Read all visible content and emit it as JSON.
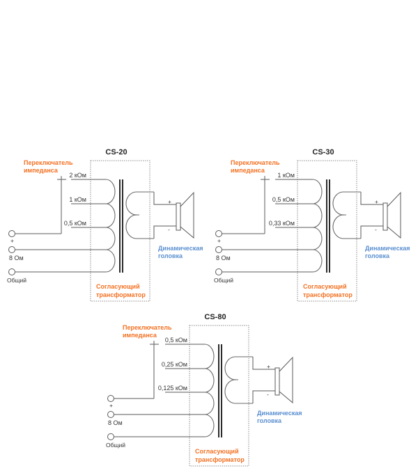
{
  "colors": {
    "label_orange": "#f37021",
    "label_blue": "#5b8fd0"
  },
  "diagrams": [
    {
      "title": "CS-20",
      "switch_label": [
        "Переключатель",
        "импеданса"
      ],
      "taps": [
        "2 кОм",
        "1 кОм",
        "0,5 кОм"
      ],
      "terminals": {
        "plus": "+",
        "ohm": "8 Ом",
        "common": "Общий"
      },
      "speaker_polarity": {
        "plus": "+",
        "minus": "-"
      },
      "speaker_label": [
        "Динамическая",
        "головка"
      ],
      "transformer_label": [
        "Согласующий",
        "трансформатор"
      ]
    },
    {
      "title": "CS-30",
      "switch_label": [
        "Переключатель",
        "импеданса"
      ],
      "taps": [
        "1 кОм",
        "0,5 кОм",
        "0,33 кОм"
      ],
      "terminals": {
        "plus": "+",
        "ohm": "8 Ом",
        "common": "Общий"
      },
      "speaker_polarity": {
        "plus": "+",
        "minus": "-"
      },
      "speaker_label": [
        "Динамическая",
        "головка"
      ],
      "transformer_label": [
        "Согласующий",
        "трансформатор"
      ]
    },
    {
      "title": "CS-80",
      "switch_label": [
        "Переключатель",
        "импеданса"
      ],
      "taps": [
        "0,5 кОм",
        "0,25 кОм",
        "0,125 кОм"
      ],
      "terminals": {
        "plus": "+",
        "ohm": "8 Ом",
        "common": "Общий"
      },
      "speaker_polarity": {
        "plus": "+",
        "minus": "-"
      },
      "speaker_label": [
        "Динамическая",
        "головка"
      ],
      "transformer_label": [
        "Согласующий",
        "трансформатор"
      ]
    }
  ]
}
